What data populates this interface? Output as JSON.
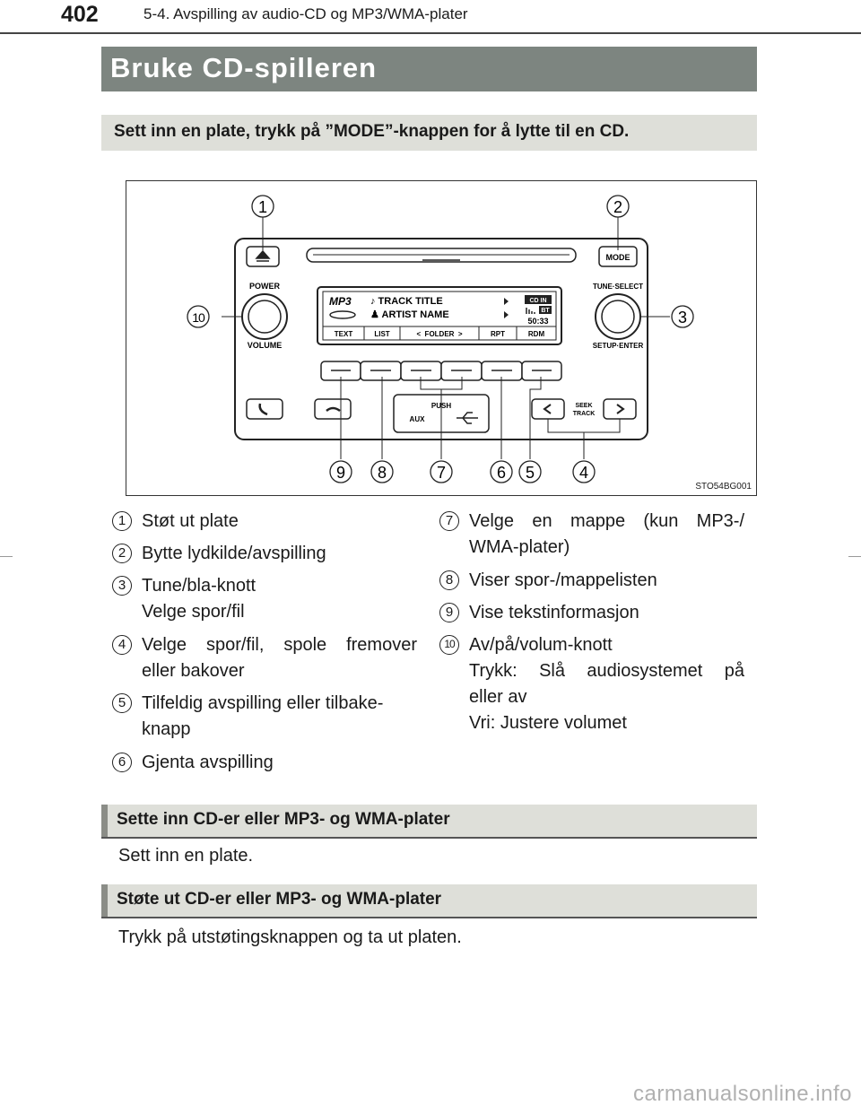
{
  "header": {
    "page_number": "402",
    "running_head": "5-4. Avspilling av audio-CD og MP3/WMA-plater"
  },
  "section": {
    "title": "Bruke CD-spilleren",
    "lead": "Sett inn en plate, trykk på ”MODE”-knappen for å lytte til en CD."
  },
  "figure": {
    "code": "STO54BG001",
    "callouts": [
      "1",
      "2",
      "3",
      "4",
      "5",
      "6",
      "7",
      "8",
      "9",
      "10"
    ],
    "panel_labels": {
      "mode": "MODE",
      "power": "POWER",
      "volume": "VOLUME",
      "tune_select": "TUNE·SELECT",
      "setup_enter": "SETUP·ENTER",
      "push": "PUSH",
      "aux": "AUX",
      "seek": "SEEK",
      "track": "TRACK"
    },
    "display": {
      "mode_badge": "MP3",
      "track_title": "♪ TRACK TITLE",
      "artist_name": "♟ ARTIST NAME",
      "cd_in": "CD IN",
      "bt": "BT",
      "time": "50:33",
      "softkeys": [
        "TEXT",
        "LIST",
        "<  FOLDER  >",
        "RPT",
        "RDM"
      ]
    }
  },
  "legend": {
    "left": [
      {
        "num": "1",
        "lines": [
          "Støt ut plate"
        ]
      },
      {
        "num": "2",
        "lines": [
          "Bytte lydkilde/avspilling"
        ]
      },
      {
        "num": "3",
        "lines": [
          "Tune/bla-knott",
          "Velge spor/fil"
        ]
      },
      {
        "num": "4",
        "lines": [
          "Velge spor/fil, spole fremover",
          "eller bakover"
        ]
      },
      {
        "num": "5",
        "lines": [
          "Tilfeldig avspilling eller tilbake-",
          "knapp"
        ]
      },
      {
        "num": "6",
        "lines": [
          "Gjenta avspilling"
        ]
      }
    ],
    "right": [
      {
        "num": "7",
        "lines": [
          "Velge en mappe (kun MP3-/",
          "WMA-plater)"
        ]
      },
      {
        "num": "8",
        "lines": [
          "Viser spor-/mappelisten"
        ]
      },
      {
        "num": "9",
        "lines": [
          "Vise tekstinformasjon"
        ]
      },
      {
        "num": "10",
        "lines": [
          "Av/på/volum-knott",
          "Trykk: Slå audiosystemet på",
          "eller av",
          "Vri: Justere volumet"
        ]
      }
    ]
  },
  "subsections": [
    {
      "title": "Sette inn CD-er eller MP3- og WMA-plater",
      "text": "Sett inn en plate."
    },
    {
      "title": "Støte ut CD-er eller MP3- og WMA-plater",
      "text": "Trykk på utstøtingsknappen og ta ut platen."
    }
  ],
  "watermark": "carmanualsonline.info"
}
